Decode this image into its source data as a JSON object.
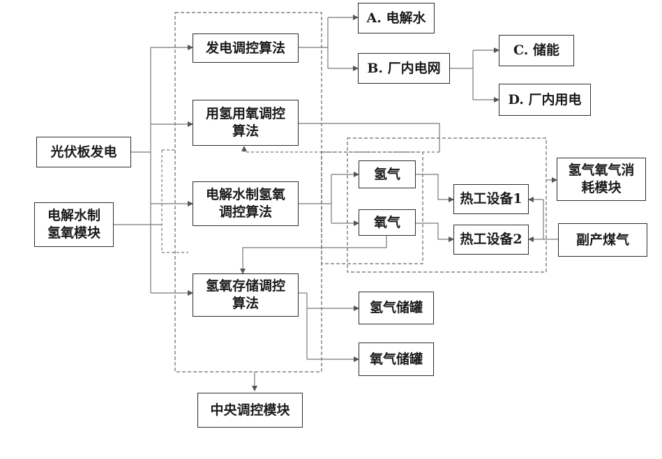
{
  "nodes": {
    "pv": "光伏板发电",
    "electrolysis_module": [
      "电解水制",
      "氢氧模块"
    ],
    "gen_algo": "发电调控算法",
    "h2o2_use_algo": [
      "用氢用氧调控",
      "算法"
    ],
    "electrolysis_algo": [
      "电解水制氢氧",
      "调控算法"
    ],
    "storage_algo": [
      "氢氧存储调控",
      "算法"
    ],
    "central": "中央调控模块",
    "out_a": "A. 电解水",
    "out_b": "B. 厂内电网",
    "out_c": "C. 储能",
    "out_d": "D. 厂内用电",
    "hydrogen": "氢气",
    "oxygen": "氧气",
    "thermal1": "热工设备1",
    "thermal2": "热工设备2",
    "consumption": [
      "氢气氧气消",
      "耗模块"
    ],
    "byproduct_gas": "副产煤气",
    "h2_tank": "氢气储罐",
    "o2_tank": "氧气储罐"
  }
}
